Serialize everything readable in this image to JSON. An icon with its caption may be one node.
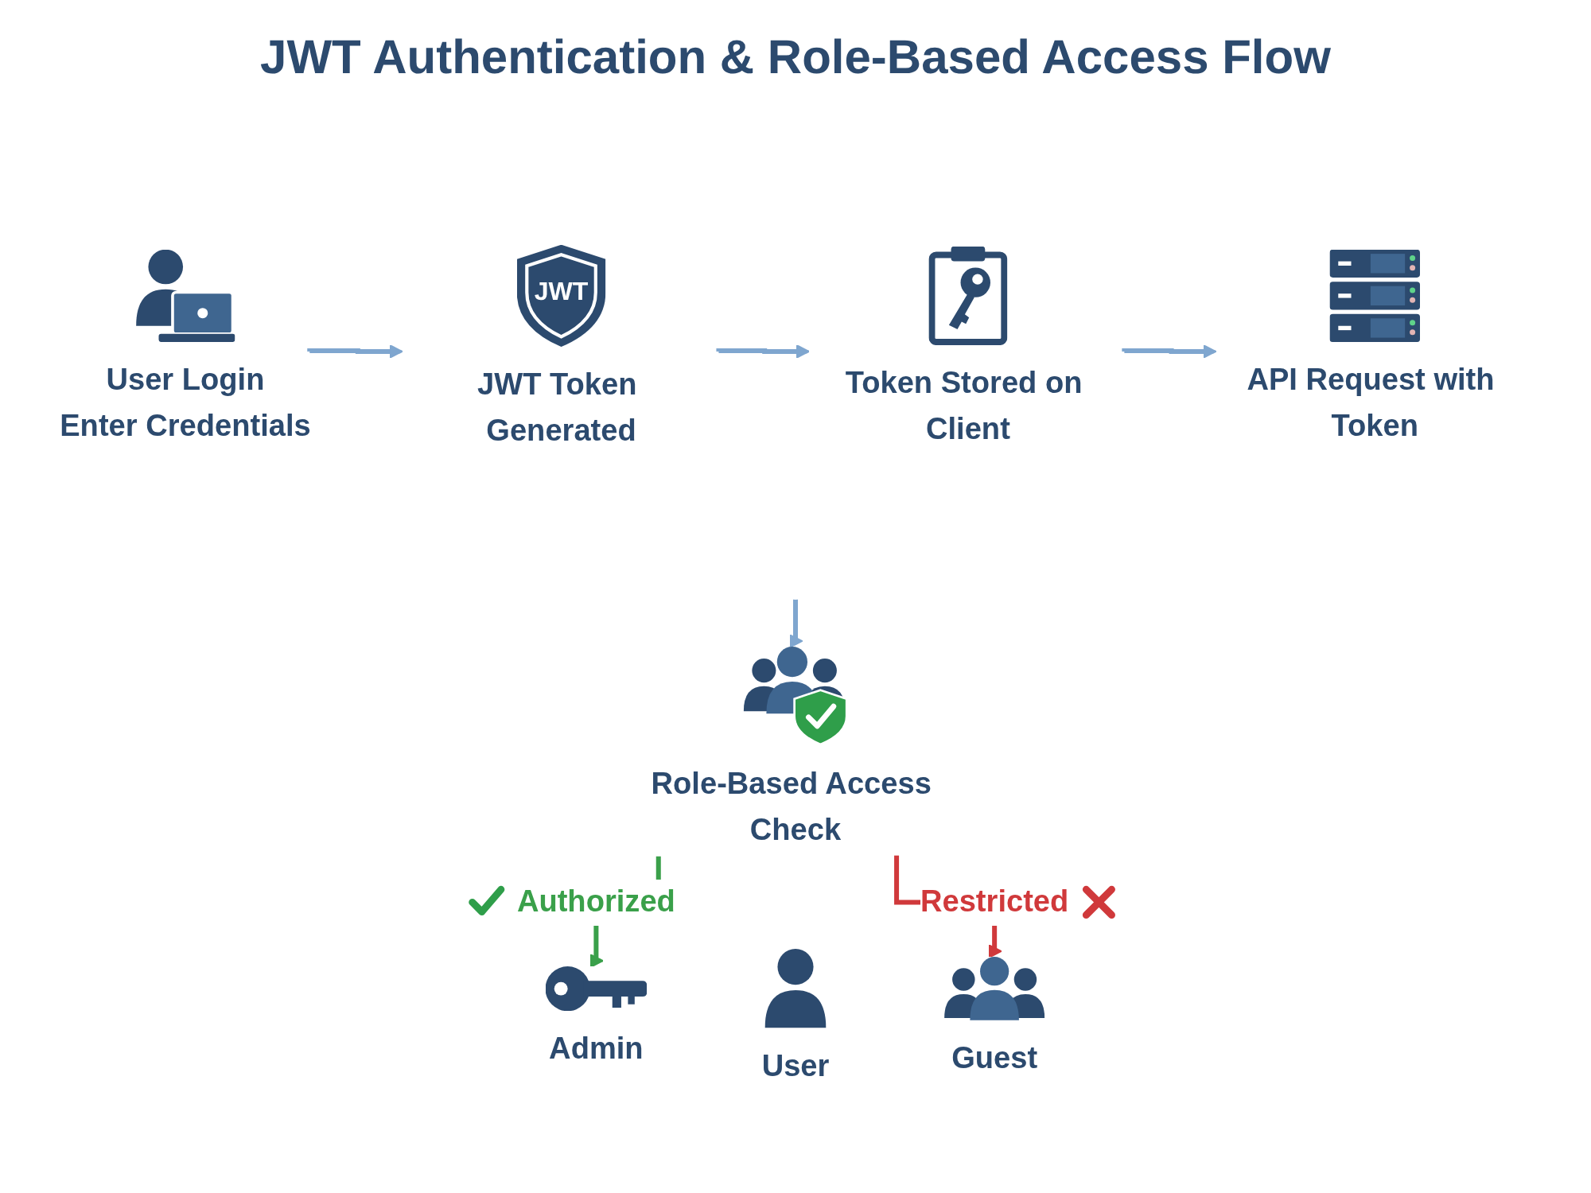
{
  "diagram": {
    "title": "JWT Authentication & Role-Based Access Flow",
    "nodes": [
      {
        "text": [
          "User Login",
          "Enter Credentials"
        ]
      },
      {
        "text": [
          "JWT",
          "JWT Token Generated"
        ]
      },
      {
        "text": [
          "Token Stored on Client"
        ]
      },
      {
        "text": [
          "API Request with Token"
        ]
      },
      {
        "text": [
          "Role-Based Access Check"
        ]
      },
      {
        "text": [
          "Admin"
        ]
      },
      {
        "text": [
          "User"
        ]
      },
      {
        "text": [
          "Guest"
        ]
      }
    ],
    "edges": [
      {
        "from": 0,
        "to": 1,
        "arrow": "to"
      },
      {
        "from": 1,
        "to": 2,
        "arrow": "to"
      },
      {
        "from": 2,
        "to": 3,
        "arrow": "to"
      },
      {
        "from": null,
        "to": 4,
        "arrow": "to"
      },
      {
        "from": 4,
        "to": 5,
        "label": "Authorized",
        "arrow": "to",
        "color": "#3aa04a"
      },
      {
        "from": 4,
        "to": 7,
        "label": "Restricted",
        "arrow": "to",
        "color": "#d0393b"
      }
    ]
  }
}
